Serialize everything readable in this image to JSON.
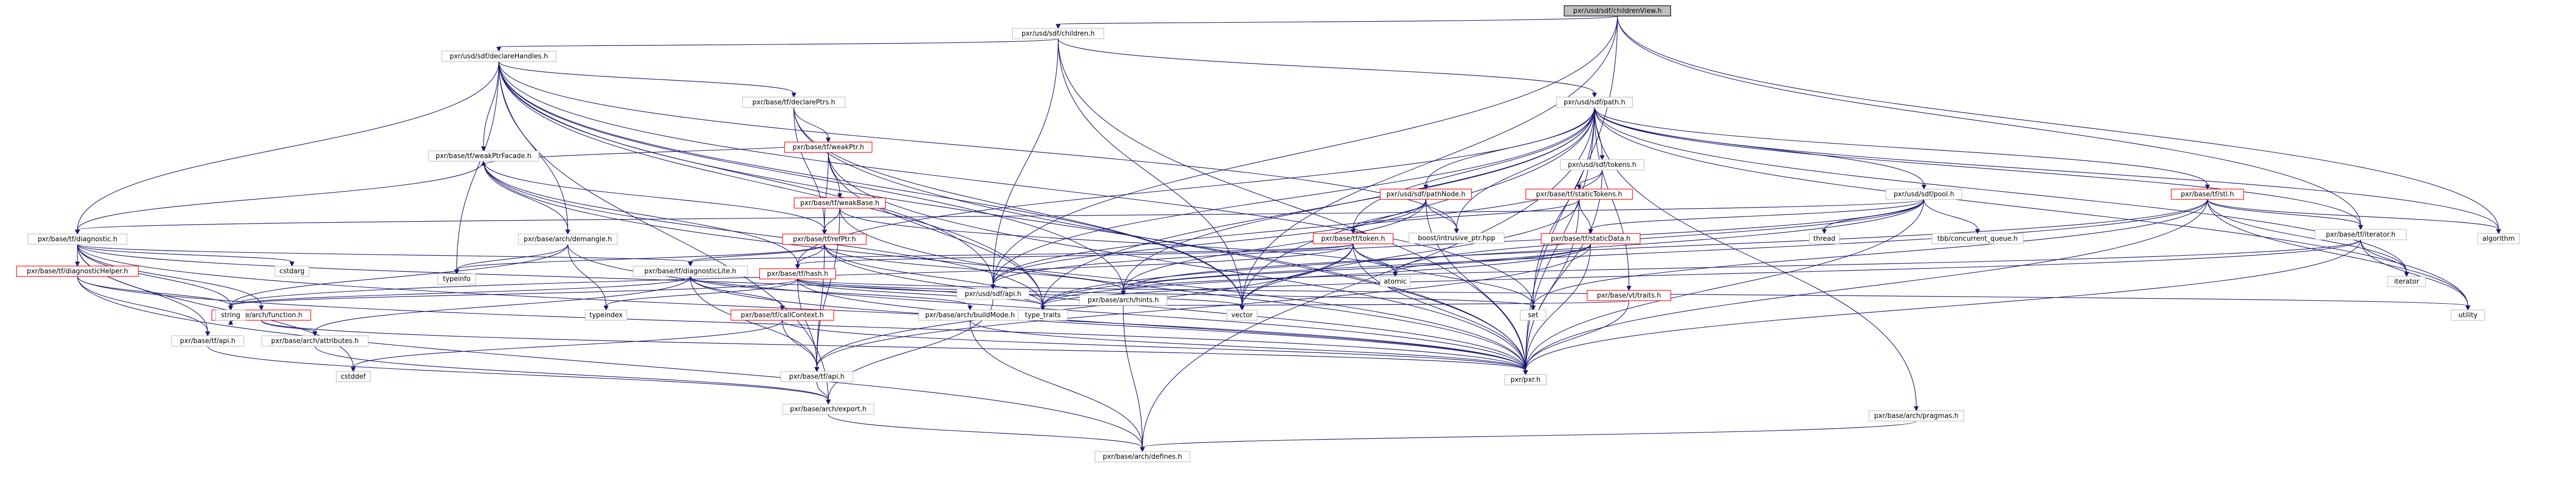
{
  "graph": {
    "nodes": [
      {
        "id": "root",
        "label": "pxr/usd/sdf/childrenView.h",
        "kind": "root"
      },
      {
        "id": "children",
        "label": "pxr/usd/sdf/children.h",
        "kind": "doc"
      },
      {
        "id": "declareHandles",
        "label": "pxr/usd/sdf/declareHandles.h",
        "kind": "doc"
      },
      {
        "id": "sdfpath",
        "label": "pxr/usd/sdf/path.h",
        "kind": "doc"
      },
      {
        "id": "declarePtrs",
        "label": "pxr/base/tf/declarePtrs.h",
        "kind": "doc"
      },
      {
        "id": "weakPtr",
        "label": "pxr/base/tf/weakPtr.h",
        "kind": "link"
      },
      {
        "id": "weakPtrFacade",
        "label": "pxr/base/tf/weakPtrFacade.h",
        "kind": "doc"
      },
      {
        "id": "weakBase",
        "label": "pxr/base/tf/weakBase.h",
        "kind": "link"
      },
      {
        "id": "diagnostic",
        "label": "pxr/base/tf/diagnostic.h",
        "kind": "doc"
      },
      {
        "id": "demangle",
        "label": "pxr/base/arch/demangle.h",
        "kind": "doc"
      },
      {
        "id": "refPtr",
        "label": "pxr/base/tf/refPtr.h",
        "kind": "link"
      },
      {
        "id": "diagnosticLite",
        "label": "pxr/base/tf/diagnosticLite.h",
        "kind": "doc"
      },
      {
        "id": "tfhash",
        "label": "pxr/base/tf/hash.h",
        "kind": "link"
      },
      {
        "id": "callContext",
        "label": "pxr/base/tf/callContext.h",
        "kind": "link"
      },
      {
        "id": "buildMode",
        "label": "pxr/base/arch/buildMode.h",
        "kind": "doc"
      },
      {
        "id": "diagnosticHelper",
        "label": "pxr/base/tf/diagnosticHelper.h",
        "kind": "link"
      },
      {
        "id": "archFunction",
        "label": "pxr/base/arch/function.h",
        "kind": "link"
      },
      {
        "id": "tfapi",
        "label": "pxr/base/tf/api.h",
        "kind": "doc"
      },
      {
        "id": "attributes",
        "label": "pxr/base/arch/attributes.h",
        "kind": "doc"
      },
      {
        "id": "tfapi2",
        "label": "pxr/base/tf/api.h",
        "kind": "doc"
      },
      {
        "id": "archexport",
        "label": "pxr/base/arch/export.h",
        "kind": "doc"
      },
      {
        "id": "defines",
        "label": "pxr/base/arch/defines.h",
        "kind": "doc"
      },
      {
        "id": "sdfapi",
        "label": "pxr/usd/sdf/api.h",
        "kind": "doc"
      },
      {
        "id": "tokens",
        "label": "pxr/usd/sdf/tokens.h",
        "kind": "doc"
      },
      {
        "id": "staticTokens",
        "label": "pxr/base/tf/staticTokens.h",
        "kind": "link"
      },
      {
        "id": "pathNode",
        "label": "pxr/usd/sdf/pathNode.h",
        "kind": "link"
      },
      {
        "id": "pool",
        "label": "pxr/usd/sdf/pool.h",
        "kind": "doc"
      },
      {
        "id": "tftoken",
        "label": "pxr/base/tf/token.h",
        "kind": "link"
      },
      {
        "id": "staticData",
        "label": "pxr/base/tf/staticData.h",
        "kind": "link"
      },
      {
        "id": "tfstl",
        "label": "pxr/base/tf/stl.h",
        "kind": "link"
      },
      {
        "id": "tfiterator",
        "label": "pxr/base/tf/iterator.h",
        "kind": "doc"
      },
      {
        "id": "hints",
        "label": "pxr/base/arch/hints.h",
        "kind": "doc"
      },
      {
        "id": "traits",
        "label": "pxr/base/vt/traits.h",
        "kind": "link"
      },
      {
        "id": "pragmas",
        "label": "pxr/base/arch/pragmas.h",
        "kind": "doc"
      },
      {
        "id": "pxrh",
        "label": "pxr/pxr.h",
        "kind": "doc"
      },
      {
        "id": "intrusive",
        "label": "boost/intrusive_ptr.hpp",
        "kind": "sys"
      },
      {
        "id": "typeinfo",
        "label": "typeinfo",
        "kind": "sys"
      },
      {
        "id": "string",
        "label": "string",
        "kind": "sys"
      },
      {
        "id": "cstdarg",
        "label": "cstdarg",
        "kind": "sys"
      },
      {
        "id": "cstddef",
        "label": "cstddef",
        "kind": "sys"
      },
      {
        "id": "typeindex",
        "label": "typeindex",
        "kind": "sys"
      },
      {
        "id": "typetraits",
        "label": "type_traits",
        "kind": "sys"
      },
      {
        "id": "vector",
        "label": "vector",
        "kind": "sys"
      },
      {
        "id": "set",
        "label": "set",
        "kind": "sys"
      },
      {
        "id": "atomic",
        "label": "atomic",
        "kind": "sys"
      },
      {
        "id": "thread",
        "label": "thread",
        "kind": "sys"
      },
      {
        "id": "tbbqueue",
        "label": "tbb/concurrent_queue.h",
        "kind": "sys"
      },
      {
        "id": "algorithm",
        "label": "algorithm",
        "kind": "sys"
      },
      {
        "id": "iteratorStd",
        "label": "iterator",
        "kind": "sys"
      },
      {
        "id": "utility",
        "label": "utility",
        "kind": "sys"
      }
    ],
    "edges": [
      [
        "root",
        "children"
      ],
      [
        "root",
        "sdfapi"
      ],
      [
        "root",
        "tfiterator"
      ],
      [
        "root",
        "algorithm"
      ],
      [
        "root",
        "vector"
      ],
      [
        "root",
        "pxrh"
      ],
      [
        "children",
        "declareHandles"
      ],
      [
        "children",
        "sdfpath"
      ],
      [
        "children",
        "sdfapi"
      ],
      [
        "children",
        "vector"
      ],
      [
        "children",
        "pxrh"
      ],
      [
        "declareHandles",
        "declarePtrs"
      ],
      [
        "declareHandles",
        "weakPtrFacade"
      ],
      [
        "declareHandles",
        "diagnostic"
      ],
      [
        "declareHandles",
        "demangle"
      ],
      [
        "declareHandles",
        "intrusive"
      ],
      [
        "declareHandles",
        "typeinfo"
      ],
      [
        "declareHandles",
        "typetraits"
      ],
      [
        "declareHandles",
        "set"
      ],
      [
        "declareHandles",
        "vector"
      ],
      [
        "declareHandles",
        "hints"
      ],
      [
        "declareHandles",
        "sdfapi"
      ],
      [
        "declareHandles",
        "pxrh"
      ],
      [
        "declareHandles",
        "archexport"
      ],
      [
        "declarePtrs",
        "weakPtr"
      ],
      [
        "declarePtrs",
        "refPtr"
      ],
      [
        "declarePtrs",
        "vector"
      ],
      [
        "declarePtrs",
        "pxrh"
      ],
      [
        "weakPtr",
        "weakPtrFacade"
      ],
      [
        "weakPtr",
        "weakBase"
      ],
      [
        "weakPtr",
        "refPtr"
      ],
      [
        "weakPtr",
        "typetraits"
      ],
      [
        "weakPtr",
        "pxrh"
      ],
      [
        "weakPtrFacade",
        "diagnostic"
      ],
      [
        "weakPtrFacade",
        "demangle"
      ],
      [
        "weakPtrFacade",
        "refPtr"
      ],
      [
        "weakPtrFacade",
        "tfhash"
      ],
      [
        "weakPtrFacade",
        "typetraits"
      ],
      [
        "weakPtrFacade",
        "pxrh"
      ],
      [
        "weakBase",
        "refPtr"
      ],
      [
        "weakBase",
        "atomic"
      ],
      [
        "weakBase",
        "tfapi2"
      ],
      [
        "weakBase",
        "pxrh"
      ],
      [
        "refPtr",
        "diagnosticLite"
      ],
      [
        "refPtr",
        "tfhash"
      ],
      [
        "refPtr",
        "typeinfo"
      ],
      [
        "refPtr",
        "typetraits"
      ],
      [
        "refPtr",
        "tfapi2"
      ],
      [
        "refPtr",
        "hints"
      ],
      [
        "refPtr",
        "pxrh"
      ],
      [
        "diagnostic",
        "diagnosticHelper"
      ],
      [
        "diagnostic",
        "archFunction"
      ],
      [
        "diagnostic",
        "diagnosticLite"
      ],
      [
        "diagnostic",
        "cstdarg"
      ],
      [
        "diagnostic",
        "string"
      ],
      [
        "diagnostic",
        "cstddef"
      ],
      [
        "diagnostic",
        "typetraits"
      ],
      [
        "diagnostic",
        "tfapi"
      ],
      [
        "diagnostic",
        "pxrh"
      ],
      [
        "demangle",
        "typeinfo"
      ],
      [
        "demangle",
        "typeindex"
      ],
      [
        "demangle",
        "string"
      ],
      [
        "demangle",
        "pxrh"
      ],
      [
        "diagnosticLite",
        "callContext"
      ],
      [
        "diagnosticLite",
        "buildMode"
      ],
      [
        "diagnosticLite",
        "attributes"
      ],
      [
        "diagnosticLite",
        "string"
      ],
      [
        "diagnosticLite",
        "tfapi2"
      ],
      [
        "diagnosticLite",
        "pxrh"
      ],
      [
        "tfhash",
        "typetraits"
      ],
      [
        "tfhash",
        "set"
      ],
      [
        "tfhash",
        "vector"
      ],
      [
        "tfhash",
        "utility"
      ],
      [
        "tfhash",
        "typeindex"
      ],
      [
        "tfhash",
        "string"
      ],
      [
        "tfhash",
        "tfapi2"
      ],
      [
        "tfhash",
        "pxrh"
      ],
      [
        "callContext",
        "cstddef"
      ],
      [
        "callContext",
        "tfapi2"
      ],
      [
        "callContext",
        "pxrh"
      ],
      [
        "buildMode",
        "defines"
      ],
      [
        "buildMode",
        "pxrh"
      ],
      [
        "diagnosticHelper",
        "tfapi"
      ],
      [
        "diagnosticHelper",
        "string"
      ],
      [
        "diagnosticHelper",
        "defines"
      ],
      [
        "diagnosticHelper",
        "pxrh"
      ],
      [
        "archFunction",
        "attributes"
      ],
      [
        "archFunction",
        "string"
      ],
      [
        "archFunction",
        "pxrh"
      ],
      [
        "tfapi",
        "archexport"
      ],
      [
        "attributes",
        "archexport"
      ],
      [
        "tfapi2",
        "archexport"
      ],
      [
        "archexport",
        "defines"
      ],
      [
        "sdfapi",
        "archexport"
      ],
      [
        "sdfpath",
        "tokens"
      ],
      [
        "sdfpath",
        "pathNode"
      ],
      [
        "sdfpath",
        "pool"
      ],
      [
        "sdfpath",
        "tftoken"
      ],
      [
        "sdfpath",
        "tfstl"
      ],
      [
        "sdfpath",
        "tfiterator"
      ],
      [
        "sdfpath",
        "traits"
      ],
      [
        "sdfpath",
        "hints"
      ],
      [
        "sdfpath",
        "pragmas"
      ],
      [
        "sdfpath",
        "sdfapi"
      ],
      [
        "sdfpath",
        "intrusive"
      ],
      [
        "sdfpath",
        "set"
      ],
      [
        "sdfpath",
        "vector"
      ],
      [
        "sdfpath",
        "utility"
      ],
      [
        "sdfpath",
        "algorithm"
      ],
      [
        "sdfpath",
        "iteratorStd"
      ],
      [
        "sdfpath",
        "typetraits"
      ],
      [
        "sdfpath",
        "pxrh"
      ],
      [
        "sdfpath",
        "defines"
      ],
      [
        "sdfpath",
        "tfhash"
      ],
      [
        "tokens",
        "staticTokens"
      ],
      [
        "tokens",
        "sdfapi"
      ],
      [
        "tokens",
        "pxrh"
      ],
      [
        "staticTokens",
        "staticData"
      ],
      [
        "staticTokens",
        "tftoken"
      ],
      [
        "staticTokens",
        "vector"
      ],
      [
        "staticTokens",
        "pxrh"
      ],
      [
        "pathNode",
        "tftoken"
      ],
      [
        "pathNode",
        "hints"
      ],
      [
        "pathNode",
        "intrusive"
      ],
      [
        "pathNode",
        "sdfapi"
      ],
      [
        "pathNode",
        "pxrh"
      ],
      [
        "pool",
        "diagnostic"
      ],
      [
        "pool",
        "staticData"
      ],
      [
        "pool",
        "sdfapi"
      ],
      [
        "pool",
        "atomic"
      ],
      [
        "pool",
        "thread"
      ],
      [
        "pool",
        "tbbqueue"
      ],
      [
        "pool",
        "typetraits"
      ],
      [
        "pool",
        "pxrh"
      ],
      [
        "tftoken",
        "diagnosticLite"
      ],
      [
        "tftoken",
        "tfhash"
      ],
      [
        "tftoken",
        "atomic"
      ],
      [
        "tftoken",
        "set"
      ],
      [
        "tftoken",
        "string"
      ],
      [
        "tftoken",
        "vector"
      ],
      [
        "tftoken",
        "tfapi2"
      ],
      [
        "tftoken",
        "pxrh"
      ],
      [
        "staticData",
        "typetraits"
      ],
      [
        "staticData",
        "atomic"
      ],
      [
        "staticData",
        "hints"
      ],
      [
        "staticData",
        "tfapi2"
      ],
      [
        "staticData",
        "pxrh"
      ],
      [
        "tfstl",
        "tfiterator"
      ],
      [
        "tfstl",
        "hints"
      ],
      [
        "tfstl",
        "algorithm"
      ],
      [
        "tfstl",
        "iteratorStd"
      ],
      [
        "tfstl",
        "utility"
      ],
      [
        "tfstl",
        "set"
      ],
      [
        "tfstl",
        "typetraits"
      ],
      [
        "tfstl",
        "pxrh"
      ],
      [
        "tfiterator",
        "iteratorStd"
      ],
      [
        "tfiterator",
        "typetraits"
      ],
      [
        "tfiterator",
        "utility"
      ],
      [
        "tfiterator",
        "hints"
      ],
      [
        "tfiterator",
        "pxrh"
      ],
      [
        "traits",
        "typetraits"
      ],
      [
        "traits",
        "pxrh"
      ],
      [
        "hints",
        "defines"
      ],
      [
        "pragmas",
        "defines"
      ]
    ]
  },
  "colors": {
    "root_fill": "#bfbfbf",
    "link_border": "#ff0000",
    "node_border": "#bfbfbf",
    "edge": "#191970"
  }
}
